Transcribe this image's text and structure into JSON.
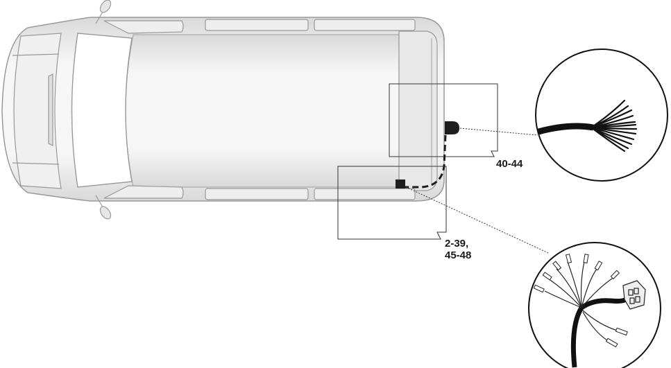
{
  "diagram": {
    "type": "vehicle-wiring-harness-installation",
    "view": "top view of van",
    "colors": {
      "body_fill": "#ececec",
      "body_stroke": "#9a9a9a",
      "line": "#222222",
      "background": "#ffffff"
    },
    "callouts": [
      {
        "id": "rear-socket",
        "label": "40-44",
        "detail": "cable bundle with loose wire ends"
      },
      {
        "id": "connector-harness",
        "label_line1": "2-39,",
        "label_line2": "45-48",
        "detail": "harness with plug connector and spade terminals"
      }
    ]
  }
}
